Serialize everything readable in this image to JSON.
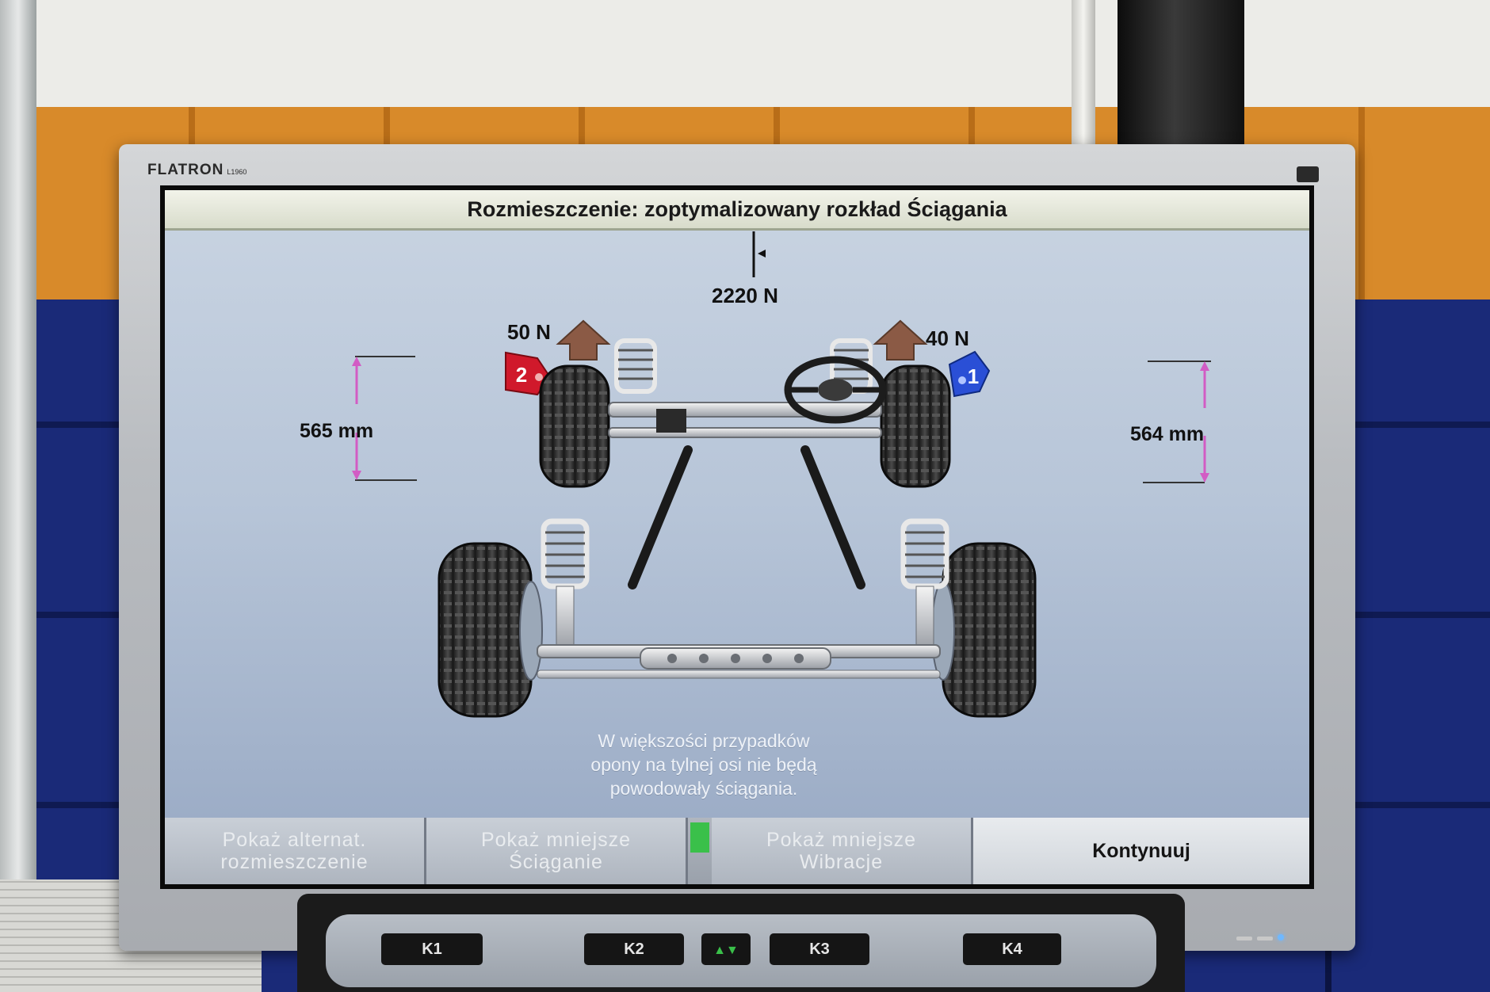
{
  "monitor": {
    "brand": "FLATRON",
    "model": "L1960"
  },
  "screen": {
    "title": "Rozmieszczenie: zoptymalizowany rozkład Ściągania",
    "forces": {
      "total": "2220 N",
      "front_left": "50 N",
      "front_right": "40 N"
    },
    "wheel_tags": {
      "left": "2",
      "right": "1"
    },
    "dimensions": {
      "left": "565 mm",
      "right": "564 mm"
    },
    "info_lines": [
      "W większości przypadków",
      "opony na tylnej osi nie będą",
      "powodowały ściągania."
    ],
    "buttons": {
      "alt_placement_1": "Pokaż alternat.",
      "alt_placement_2": "rozmieszczenie",
      "less_pull_1": "Pokaż mniejsze",
      "less_pull_2": "Ściąganie",
      "less_vibration_1": "Pokaż mniejsze",
      "less_vibration_2": "Wibracje",
      "continue": "Kontynuuj"
    }
  },
  "keypad": {
    "k1": "K1",
    "k2": "K2",
    "k3": "K3",
    "k4": "K4"
  },
  "colors": {
    "tag_left": "#d0192b",
    "tag_right": "#2a4fd6",
    "arrow": "#8b5a45",
    "dimension_line": "#d25cc4",
    "active_indicator": "#3ac04a"
  }
}
